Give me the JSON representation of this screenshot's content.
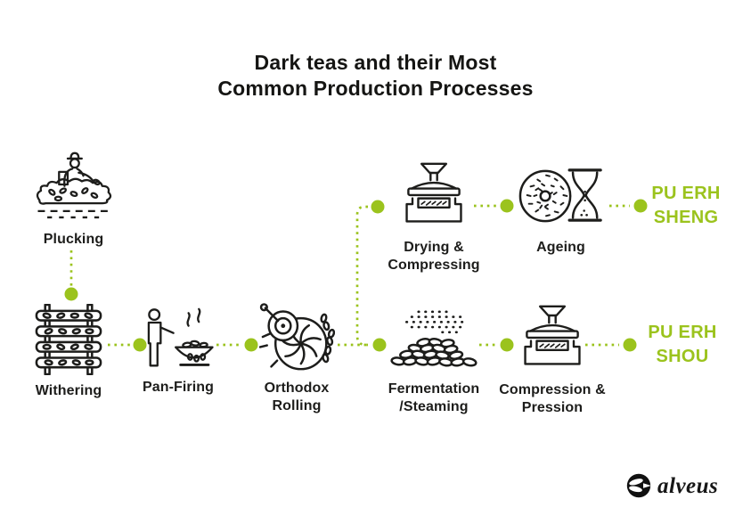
{
  "title": {
    "line1": "Dark teas and their Most",
    "line2": "Common Production Processes"
  },
  "colors": {
    "accent_green": "#9bc31d",
    "ink": "#1d1d1b"
  },
  "nodes": {
    "plucking": {
      "label": "Plucking",
      "icon": "tea-plucking-icon"
    },
    "withering": {
      "label": "Withering",
      "icon": "withering-rack-icon"
    },
    "pan_firing": {
      "label": "Pan-Firing",
      "icon": "pan-firing-wok-icon"
    },
    "orthodox_rolling": {
      "label": "Orthodox\nRolling",
      "icon": "rolling-machine-icon"
    },
    "fermentation": {
      "label": "Fermentation\n/Steaming",
      "icon": "fermenting-pile-icon"
    },
    "compression_pression": {
      "label": "Compression &\nPression",
      "icon": "tea-press-icon"
    },
    "drying_compressing": {
      "label": "Drying &\nCompressing",
      "icon": "tea-press-icon"
    },
    "ageing": {
      "label": "Ageing",
      "icon": "tea-cake-hourglass-icon"
    }
  },
  "outputs": {
    "pu_erh_sheng": {
      "text": "PU ERH\nSHENG"
    },
    "pu_erh_shou": {
      "text": "PU ERH\nSHOU"
    }
  },
  "flow": [
    "Plucking → Withering",
    "Withering → Pan-Firing",
    "Pan-Firing → Orthodox Rolling",
    "Orthodox Rolling → Drying & Compressing",
    "Drying & Compressing → Ageing",
    "Ageing → PU ERH SHENG",
    "Orthodox Rolling → Fermentation /Steaming",
    "Fermentation /Steaming → Compression & Pression",
    "Compression & Pression → PU ERH SHOU"
  ],
  "brand": {
    "wordmark": "alveus"
  }
}
